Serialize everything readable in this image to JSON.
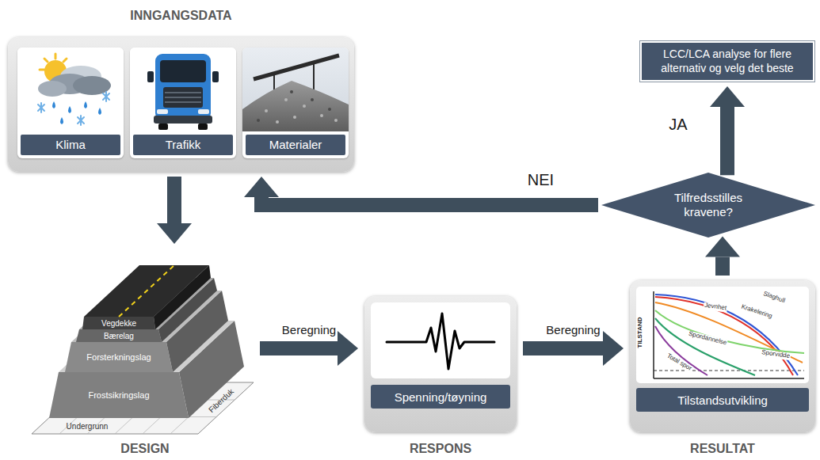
{
  "diagram": {
    "nodes": [
      {
        "text": [
          "INNGANGSDATA"
        ]
      },
      {
        "text": [
          "Klima"
        ],
        "in": 0
      },
      {
        "text": [
          "Trafikk"
        ],
        "in": 0
      },
      {
        "text": [
          "Materialer"
        ],
        "in": 0
      },
      {
        "text": [
          "DESIGN"
        ]
      },
      {
        "text": [
          "RESPONS"
        ]
      },
      {
        "text": [
          "Spenning/tøyning"
        ],
        "in": 5
      },
      {
        "text": [
          "RESULTAT"
        ]
      },
      {
        "text": [
          "Tilstandsutvikling"
        ],
        "in": 7
      },
      {
        "text": [
          "Tilfredsstilles kravene?"
        ]
      },
      {
        "text": [
          "LCC/LCA analyse for flere alternativ og velg det beste"
        ]
      }
    ],
    "edges": [
      {
        "from": 0,
        "to": 4,
        "arrow": "to"
      },
      {
        "from": 4,
        "to": 5,
        "label": "Beregning",
        "arrow": "to"
      },
      {
        "from": 5,
        "to": 7,
        "label": "Beregning",
        "arrow": "to"
      },
      {
        "from": 7,
        "to": 9,
        "arrow": "to"
      },
      {
        "from": 9,
        "to": 10,
        "label": "JA",
        "arrow": "to"
      },
      {
        "from": 9,
        "to": 0,
        "label": "NEI",
        "arrow": "to"
      }
    ],
    "labels": [
      "Vegdekke",
      "Bærelag",
      "Forsterkningslag",
      "Frostsikringslag",
      "Fiberduk",
      "Undergrunn",
      "TILSTAND",
      "Slaghull",
      "Krakelering",
      "Jevnhet",
      "Spordannelse",
      "Sporvidde",
      "Total spor"
    ]
  }
}
